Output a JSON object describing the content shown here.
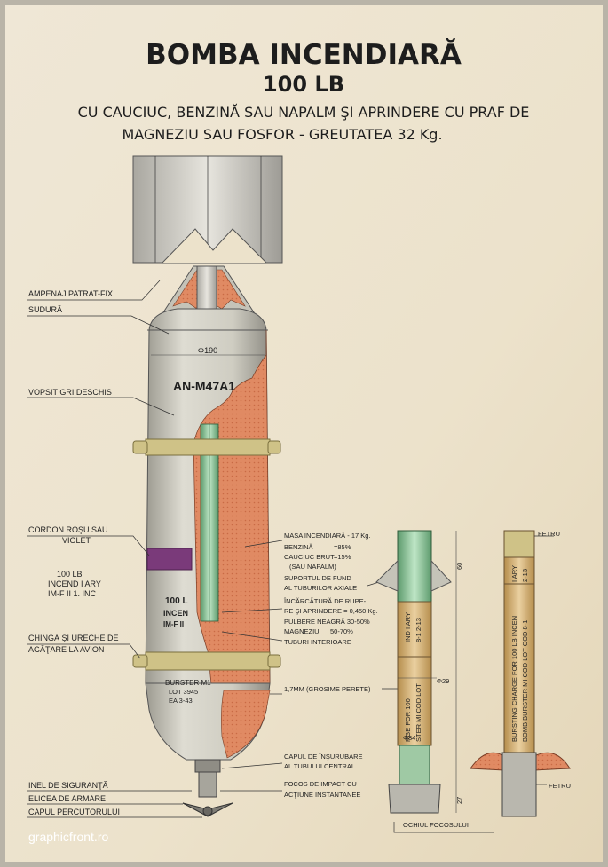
{
  "header": {
    "title": "BOMBA INCENDIARĂ",
    "subtitle": "100 LB",
    "desc1": "CU CAUCIUC, BENZINĂ SAU NAPALM ŞI APRINDERE CU PRAF DE",
    "desc2": "MAGNEZIU SAU FOSFOR - GREUTATEA  32 Kg."
  },
  "left_labels": {
    "ampenaj": "AMPENAJ PATRAT-FIX",
    "sudura": "SUDURĂ",
    "vopsit": "VOPSIT GRI DESCHIS",
    "cordon1": "CORDON ROŞU SAU",
    "cordon2": "VIOLET",
    "note1": "100 LB",
    "note2": "INCEND I ARY",
    "note3": "IM-F II 1. INC",
    "chinga1": "CHINGĂ ŞI URECHE DE",
    "chinga2": "AGĂŢARE LA AVION",
    "inel": "INEL DE SIGURANŢĂ",
    "elicea": "ELICEA DE ARMARE",
    "capul": "CAPUL PERCUTORULUI"
  },
  "bomb_markings": {
    "dia190": "Φ190",
    "model": "AN-M47A1",
    "stencil1": "100 L",
    "stencil2": "INCEN",
    "stencil3": "IM-F II",
    "burster1": "BURSTER M1",
    "burster2": "LOT 3945",
    "burster3": "EA 3-43"
  },
  "middle_labels": {
    "masa": "MASA INCENDIARĂ - 17 Kg.",
    "benzina": "BENZINĂ",
    "benzina_pct": "=85%",
    "cauciuc1": "CAUCIUC BRUT",
    "cauciuc_pct": "=15%",
    "cauciuc2": "(SAU NAPALM)",
    "suport1": "SUPORTUL DE FUND",
    "suport2": "AL TUBURILOR AXIALE",
    "incarcatura1": "ÎNCĂRCĂTURĂ DE RUPE-",
    "incarcatura2": "RE ŞI APRINDERE = 0,450 Kg.",
    "pulbere": "PULBERE NEAGRĂ 30-50%",
    "magneziu": "MAGNEZIU",
    "magneziu_pct": "50-70%",
    "tuburi": "TUBURI INTERIOARE",
    "grosime": "1,7MM (GROSIME PERETE)",
    "capul_insurubare1": "CAPUL DE ÎNŞURUBARE",
    "capul_insurubare2": "AL TUBULUI CENTRAL",
    "focos1": "FOCOS DE IMPACT CU",
    "focos2": "ACŢIUNE INSTANTANEE"
  },
  "detail": {
    "dim60": "60",
    "dim29": "Φ29",
    "dim34": "Φ34",
    "dim27": "27",
    "tube_text1": "IND I ARY",
    "tube_text2": "8-1 2-13",
    "tube_text3": "RGE FOR 100",
    "tube_text4": "STER MI COD LOT",
    "ochiul": "OCHIUL FOCOSULUI"
  },
  "right_detail": {
    "fetru_top": "FETRU",
    "fetru_bottom": "FETRU",
    "text1": "BURSTING CHARGE FOR 100 LB INCEN",
    "text2": "BOMB BURSTER MI COD LOT COD 8-1",
    "top1": "I ARY",
    "top2": "2-13"
  },
  "watermark": "graphicfront.ro",
  "colors": {
    "paper": "#ece3cf",
    "bomb_gray": "#c9c7bb",
    "incendiary_fill": "#e2855e",
    "tube_green": "#8cc79a",
    "band_yellow": "#cfc287",
    "band_violet": "#7a3a7a",
    "burster_tan": "#d8b574"
  }
}
